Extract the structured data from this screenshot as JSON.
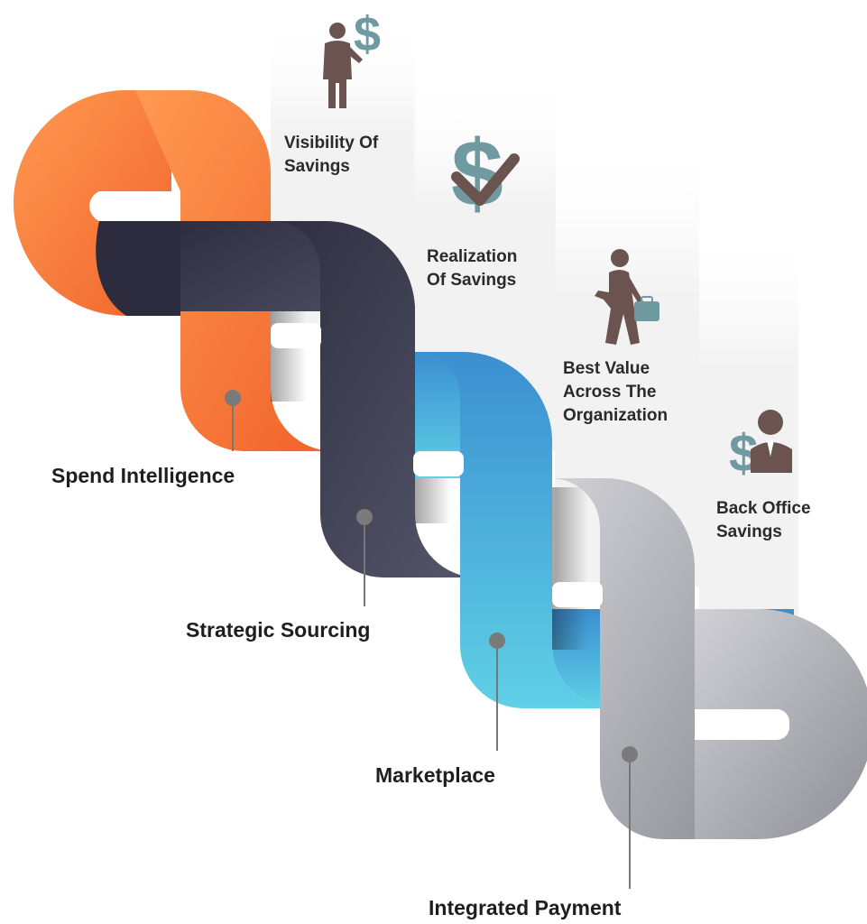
{
  "stages": [
    {
      "label": "Spend Intelligence",
      "color": "#f26a2e",
      "color_light": "#ff9a52"
    },
    {
      "label": "Strategic Sourcing",
      "color": "#3a3a4e",
      "color_light": "#55566a"
    },
    {
      "label": "Marketplace",
      "color": "#3fa9d2",
      "color_light": "#5fc8e4"
    },
    {
      "label": "Integrated Payment",
      "color": "#9c9ca4",
      "color_light": "#c4c4ca"
    }
  ],
  "benefits": [
    {
      "lines": [
        "Visibility Of",
        "Savings"
      ],
      "icon": "businessman-with-dollar-sign-icon"
    },
    {
      "lines": [
        "Realization",
        "Of Savings"
      ],
      "icon": "dollar-checkmark-icon"
    },
    {
      "lines": [
        "Best Value",
        "Across The",
        "Organization"
      ],
      "icon": "walking-businessman-with-briefcase-icon"
    },
    {
      "lines": [
        "Back Office",
        "Savings"
      ],
      "icon": "dollar-and-person-icon"
    }
  ],
  "colors": {
    "icon": "#6b5350",
    "icon_accent": "#6e9aa0",
    "text": "#1e1e1e"
  }
}
